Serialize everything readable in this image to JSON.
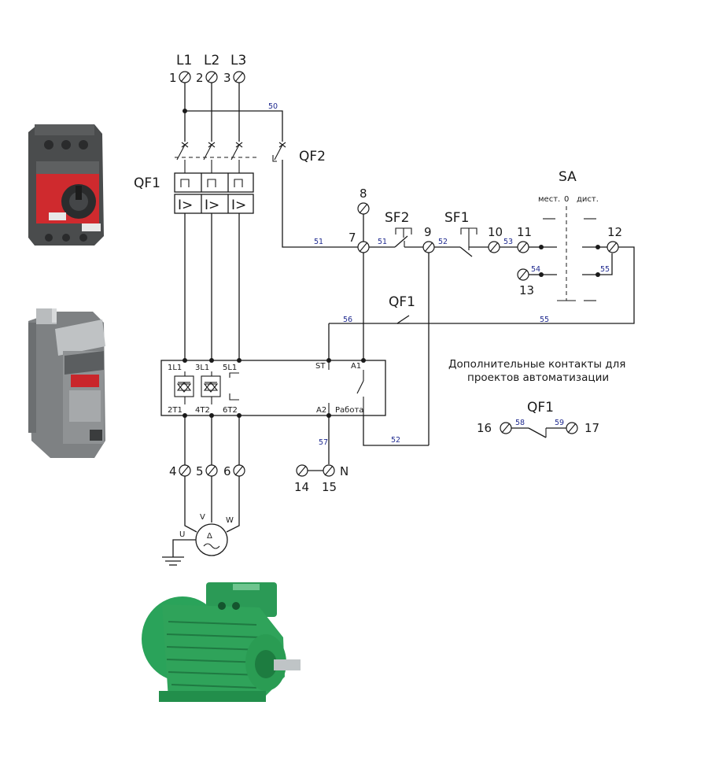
{
  "phases": [
    "L1",
    "L2",
    "L3"
  ],
  "terminals": {
    "t1": "1",
    "t2": "2",
    "t3": "3",
    "t4": "4",
    "t5": "5",
    "t6": "6",
    "t7": "7",
    "t8": "8",
    "t9": "9",
    "t10": "10",
    "t11": "11",
    "t12": "12",
    "t13": "13",
    "t14": "14",
    "t15": "15",
    "t16": "16",
    "t17": "17"
  },
  "components": {
    "qf1": "QF1",
    "qf2": "QF2",
    "sf1": "SF1",
    "sf2": "SF2",
    "sa": "SA",
    "qf1_contact": "QF1",
    "qf1_aux": "QF1",
    "trip": "I>"
  },
  "sa_positions": {
    "local": "мест.",
    "zero": "0",
    "remote": "дист."
  },
  "softstarter": {
    "in1": "1L1",
    "in2": "3L1",
    "in3": "5L1",
    "out1": "2T1",
    "out2": "4T2",
    "out3": "6T2",
    "st": "ST",
    "a1": "A1",
    "a2": "A2",
    "run": "Работа"
  },
  "wires": {
    "w50": "50",
    "w51a": "51",
    "w51b": "51",
    "w52a": "52",
    "w52b": "52",
    "w53": "53",
    "w54": "54",
    "w55a": "55",
    "w55b": "55",
    "w56": "56",
    "w57": "57",
    "w58": "58",
    "w59": "59"
  },
  "neutral": "N",
  "motor": {
    "u": "U",
    "v": "V",
    "w": "W",
    "symbol": "Δ"
  },
  "note": {
    "line1": "Дополнительные контакты для",
    "line2": "проектов автоматизации"
  },
  "colors": {
    "wire_numbers": "#1f2a8f",
    "motor_green": "#2fa35a",
    "breaker_dark": "#3d3f40",
    "breaker_red": "#c9262b"
  }
}
